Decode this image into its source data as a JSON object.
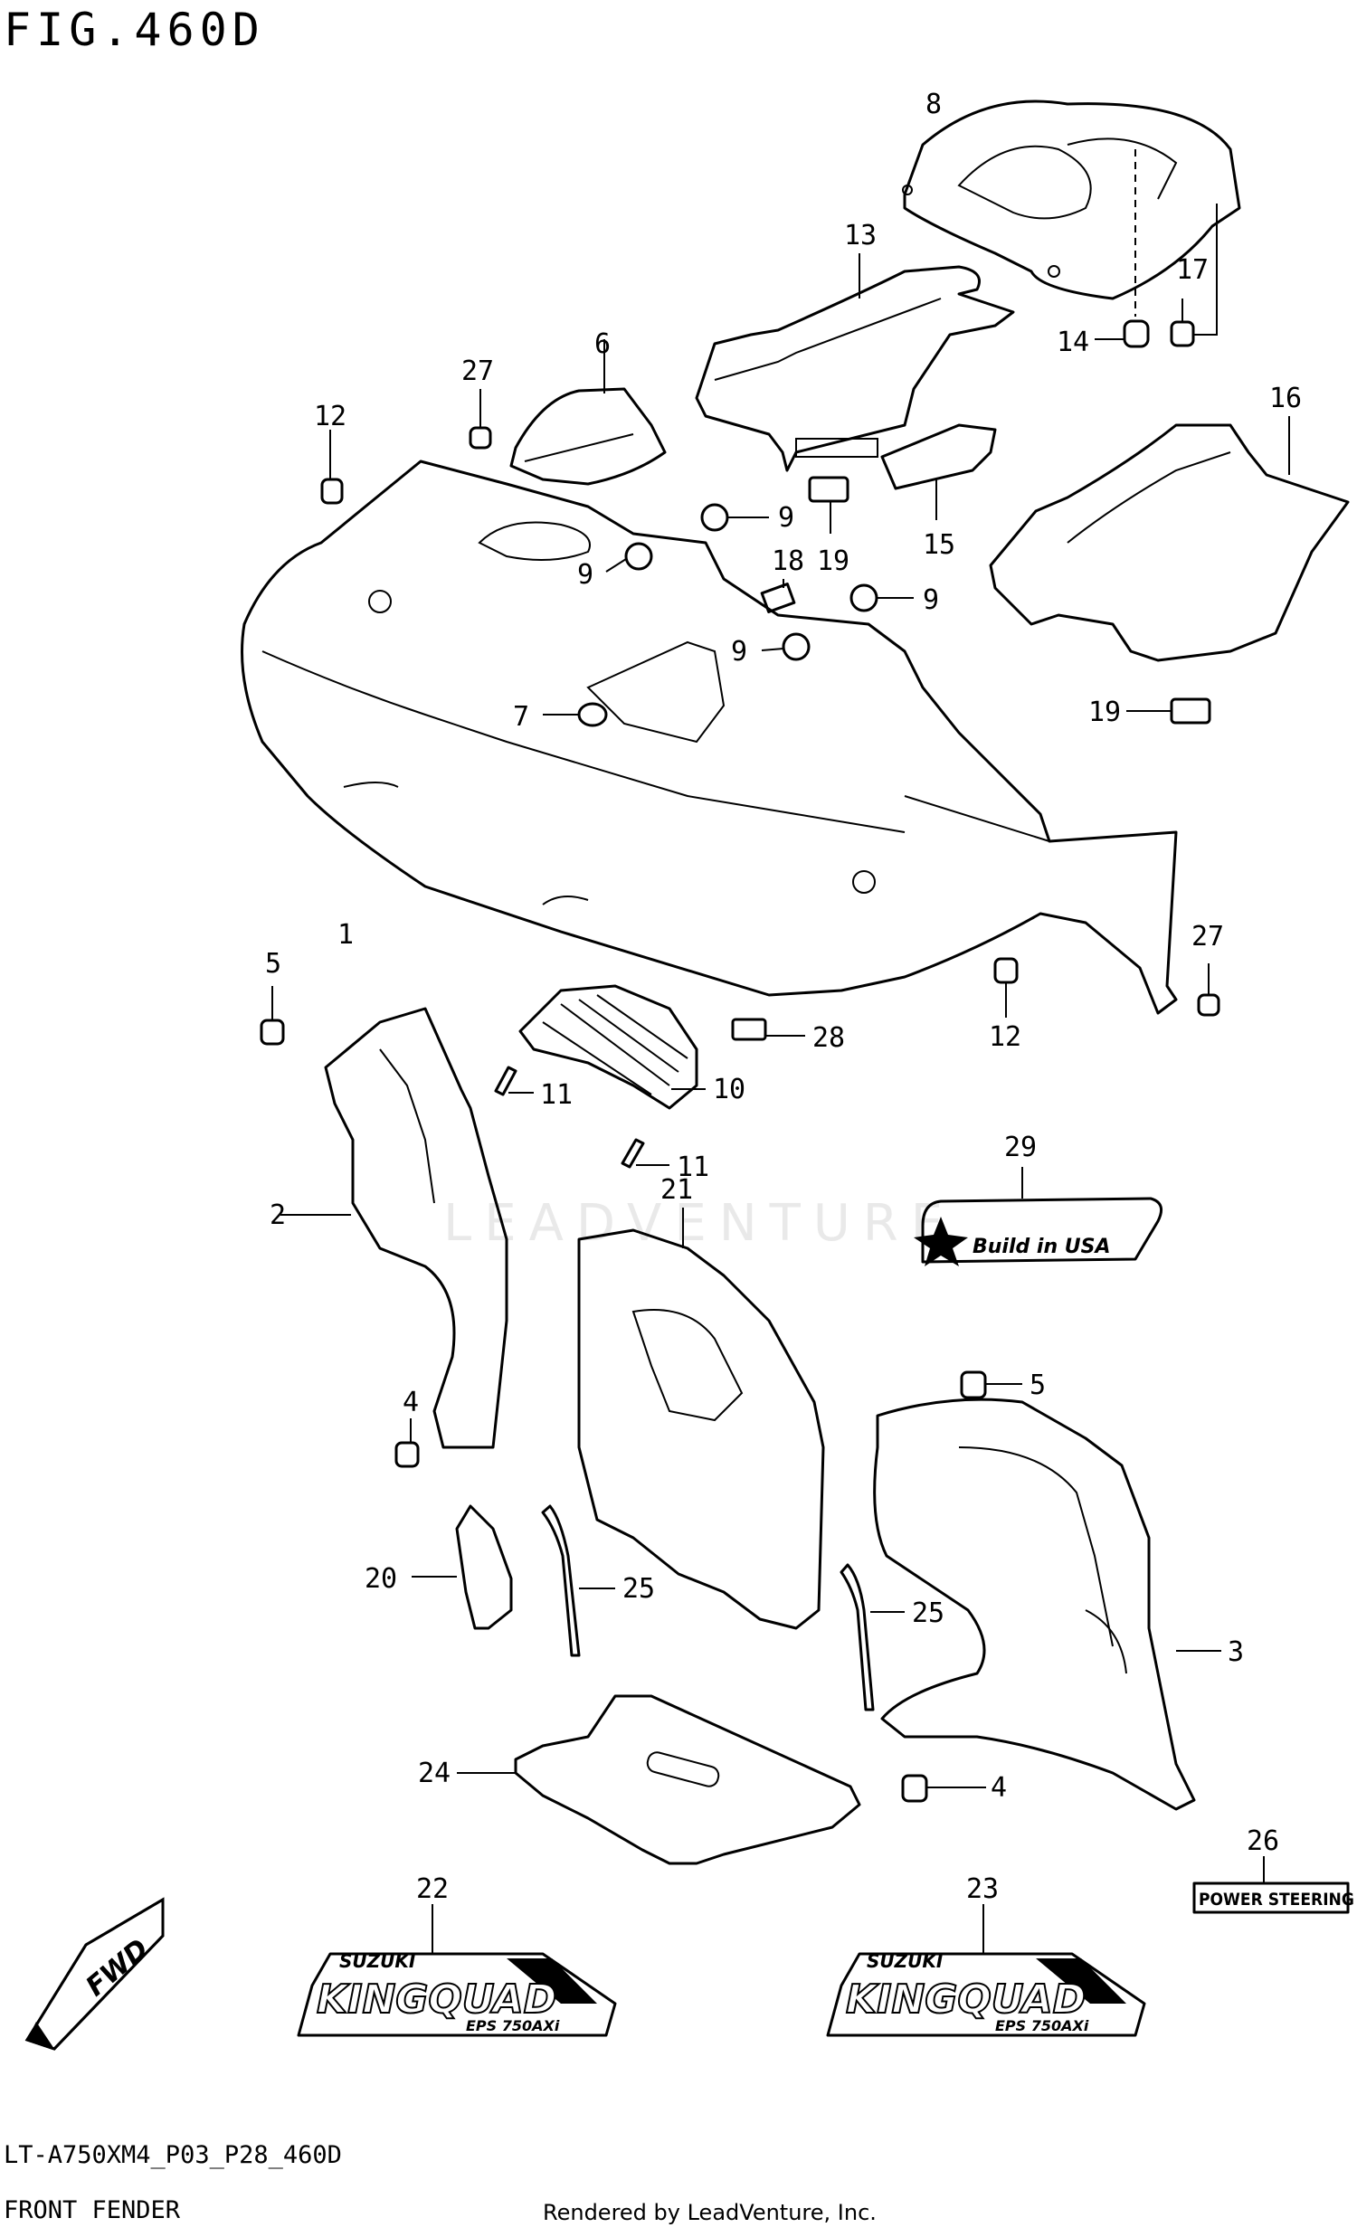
{
  "figure": {
    "title": "FIG.460D",
    "model_code": "LT-A750XM4_P03_P28_460D",
    "name": "FRONT FENDER",
    "rendered_by": "Rendered by LeadVenture, Inc.",
    "watermark": "LEADVENTURE"
  },
  "callouts": {
    "c1": "1",
    "c2": "2",
    "c3": "3",
    "c4a": "4",
    "c4b": "4",
    "c5a": "5",
    "c5b": "5",
    "c6": "6",
    "c7": "7",
    "c8": "8",
    "c9a": "9",
    "c9b": "9",
    "c9c": "9",
    "c9d": "9",
    "c10": "10",
    "c11a": "11",
    "c11b": "11",
    "c12a": "12",
    "c12b": "12",
    "c13": "13",
    "c14": "14",
    "c15": "15",
    "c16": "16",
    "c17": "17",
    "c18": "18",
    "c19a": "19",
    "c19b": "19",
    "c20": "20",
    "c21": "21",
    "c22": "22",
    "c23": "23",
    "c24": "24",
    "c25a": "25",
    "c25b": "25",
    "c26": "26",
    "c27a": "27",
    "c27b": "27",
    "c28": "28",
    "c29": "29"
  },
  "decals": {
    "build_usa": "Build in USA",
    "power_steering": "POWER STEERING",
    "brand": "SUZUKI",
    "model": "KINGQUAD",
    "model_sub": "EPS 750AXi",
    "fwd": "FWD"
  }
}
